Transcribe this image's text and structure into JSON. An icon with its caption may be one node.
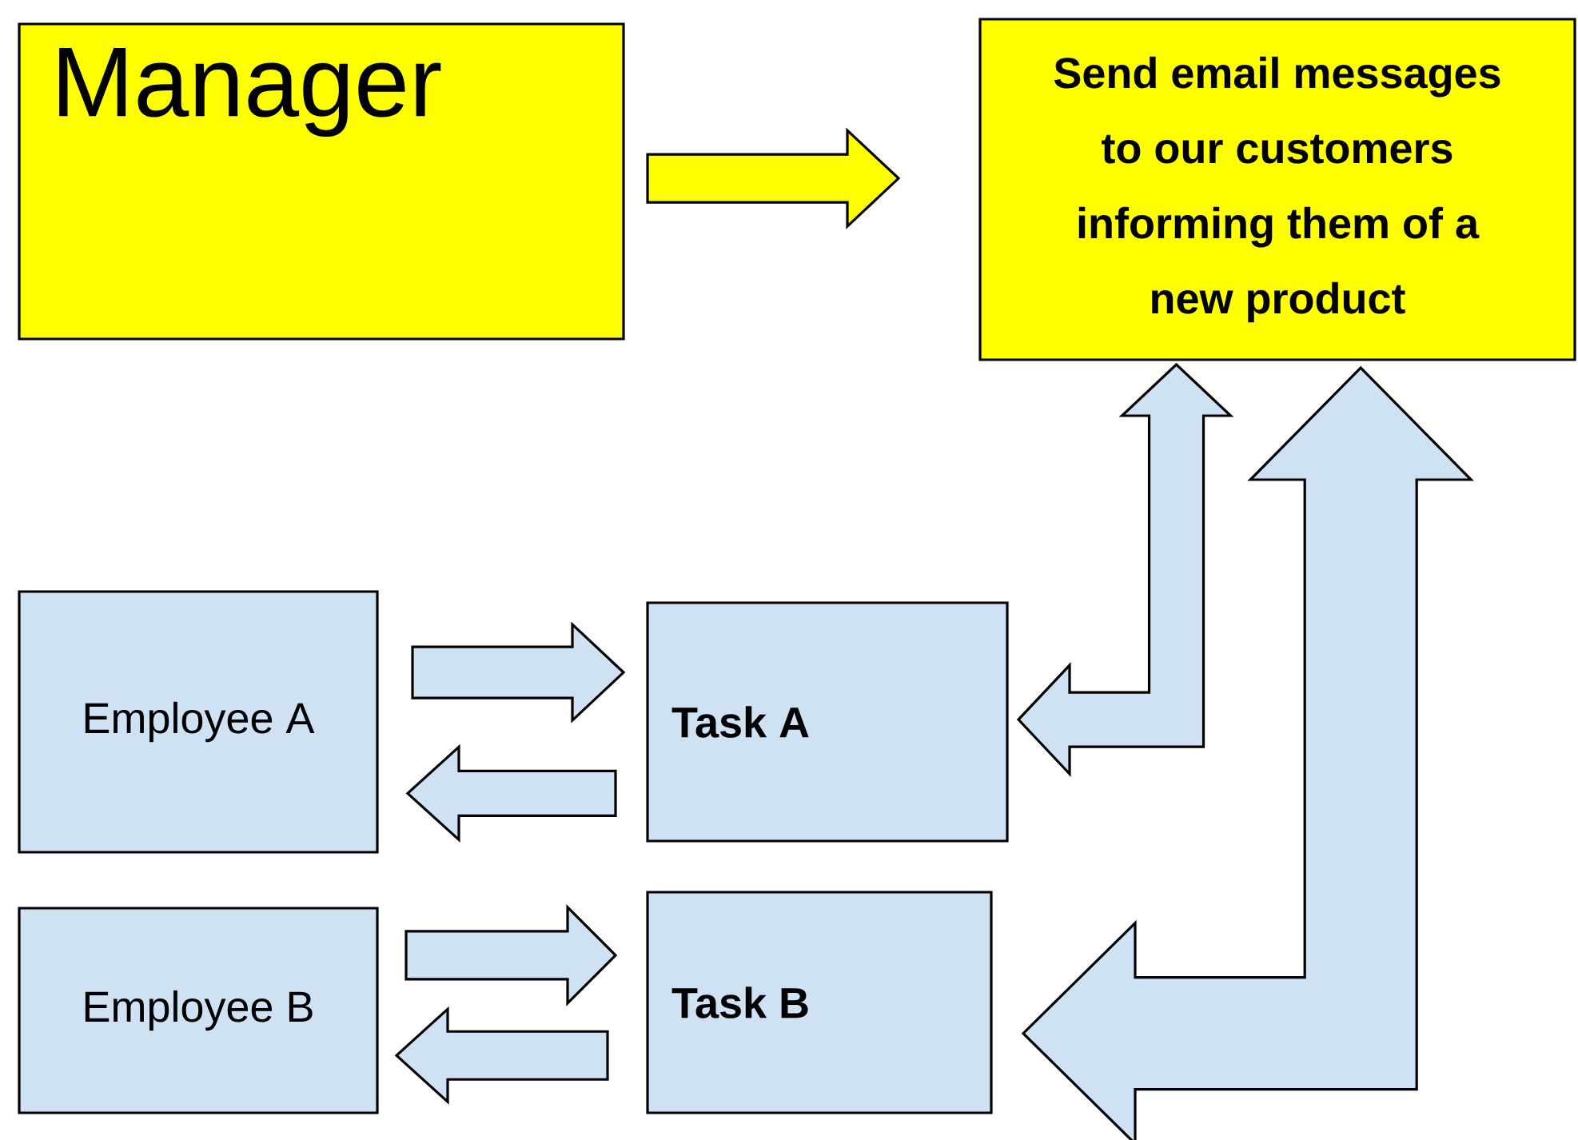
{
  "diagram": {
    "nodes": [
      {
        "text": [
          "Manager"
        ]
      },
      {
        "text": [
          "Send email messages to our customers informing them of a new product"
        ]
      },
      {
        "text": [
          "Employee A"
        ]
      },
      {
        "text": [
          "Task A"
        ]
      },
      {
        "text": [
          "Employee B"
        ]
      },
      {
        "text": [
          "Task B"
        ]
      }
    ],
    "edges": [
      {
        "from": 0,
        "to": 1,
        "arrow": "to",
        "color": "#ffff00"
      },
      {
        "from": 2,
        "to": 3,
        "arrow": "to"
      },
      {
        "from": 3,
        "to": 2,
        "arrow": "to"
      },
      {
        "from": 4,
        "to": 5,
        "arrow": "to"
      },
      {
        "from": 5,
        "to": 4,
        "arrow": "to"
      },
      {
        "from": 3,
        "to": 1,
        "arrow": "both"
      },
      {
        "from": 5,
        "to": 1,
        "arrow": "both"
      }
    ]
  }
}
